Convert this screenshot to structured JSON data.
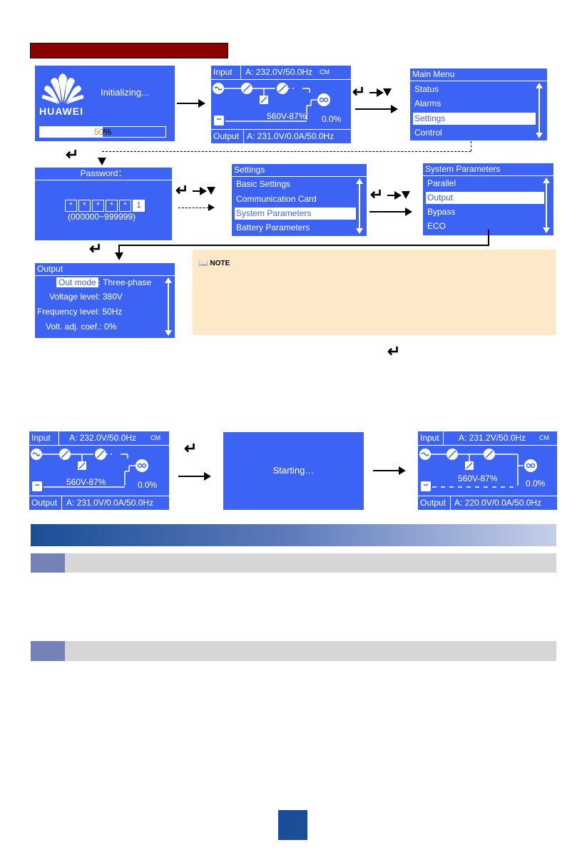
{
  "init_screen": {
    "logo_text": "HUAWEI",
    "status": "Initializing...",
    "progress_label": "50%",
    "progress": 0.5
  },
  "status_screen_1": {
    "input_label": "Input",
    "input_value": "A: 232.0V/50.0Hz",
    "cm": "CM",
    "battery": "560V-87%",
    "load": "0.0%",
    "output_label": "Output",
    "output_value": "A: 231.0V/0.0A/50.0Hz"
  },
  "main_menu": {
    "title": "Main Menu",
    "items": [
      "Status",
      "Alarms",
      "Settings",
      "Control"
    ],
    "selected": 2
  },
  "password": {
    "title": "Password：",
    "digit": "1",
    "range": "(000000~999999)"
  },
  "settings_menu": {
    "title": "Settings",
    "items": [
      "Basic Settings",
      "Communication Card",
      "System Parameters",
      "Battery Parameters"
    ],
    "selected": 2
  },
  "sysparam_menu": {
    "title": "System Parameters",
    "items": [
      "Parallel",
      "Output",
      "Bypass",
      "ECO"
    ],
    "selected": 1
  },
  "output_menu": {
    "title": "Output",
    "rows": [
      {
        "label": "Out mode",
        "value": ": Three-phase"
      },
      {
        "label": "Voltage level: 380V"
      },
      {
        "label": "Frequency level: 50Hz"
      },
      {
        "label": "Volt. adj. coef.: 0%"
      }
    ]
  },
  "note": {
    "label": "NOTE"
  },
  "starting_screen": {
    "text": "Starting…"
  },
  "status_screen_2": {
    "input_label": "Input",
    "input_value": "A: 232.0V/50.0Hz",
    "cm": "CM",
    "battery": "560V-87%",
    "load": "0.0%",
    "output_label": "Output",
    "output_value": "A: 231.0V/0.0A/50.0Hz"
  },
  "status_screen_3": {
    "input_label": "Input",
    "input_value": "A: 231.2V/50.0Hz",
    "cm": "CM",
    "battery": "560V-87%",
    "load": "0.0%",
    "output_label": "Output",
    "output_value": "A: 220.0V/0.0A/50.0Hz"
  },
  "colors": {
    "lcd_blue": "#3d63f5",
    "header_red": "#8b0000",
    "note_bg": "#fde9c7",
    "section_bar_start": "#1b4e96",
    "page_num_bg": "#1b4e96"
  }
}
